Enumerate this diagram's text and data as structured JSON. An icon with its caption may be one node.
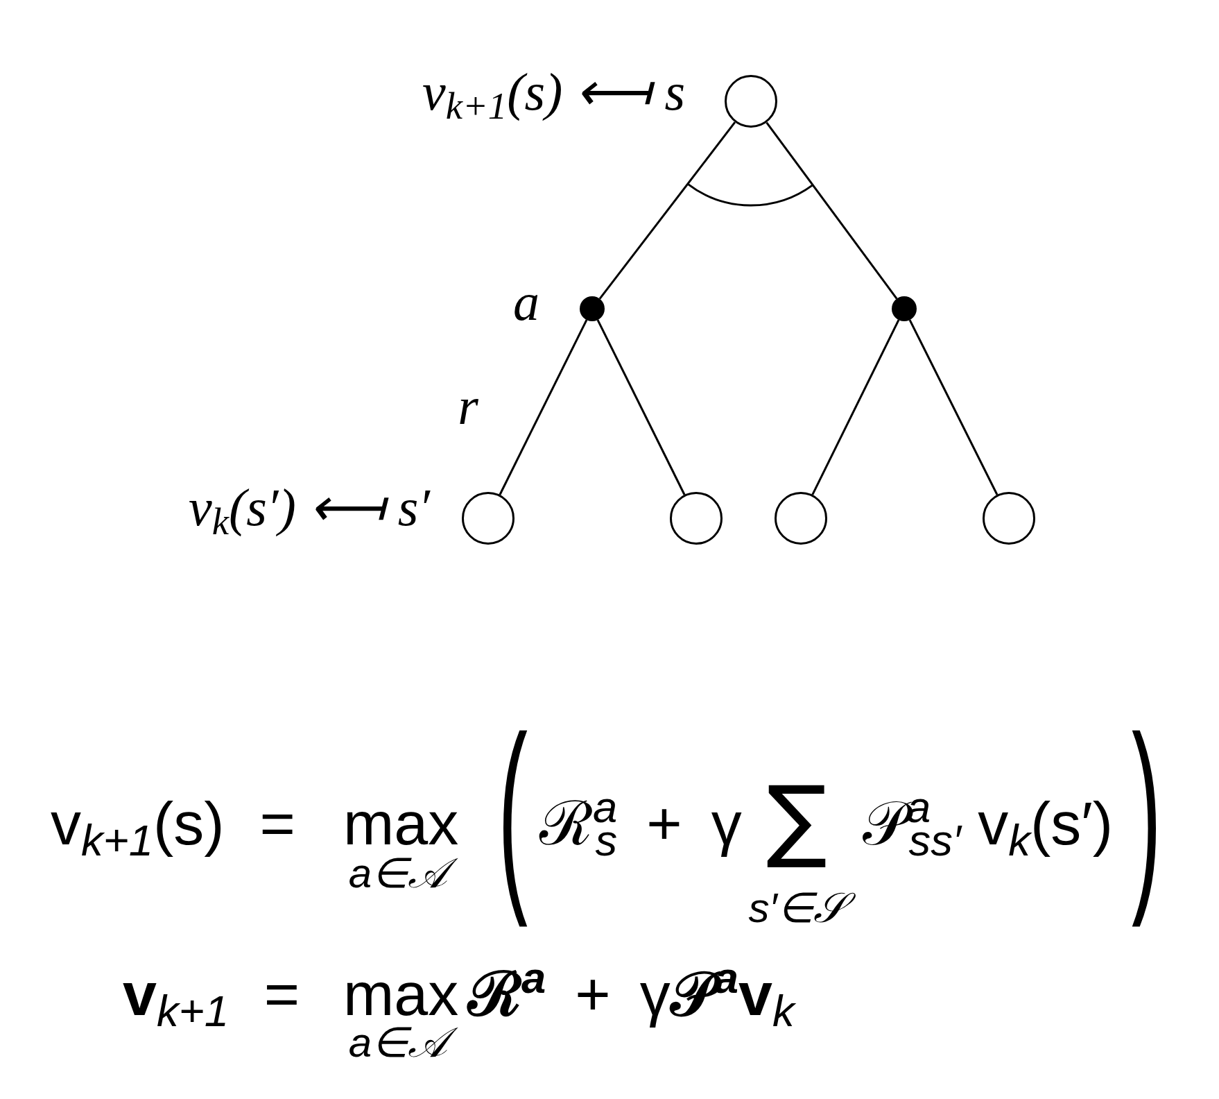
{
  "diagram": {
    "nodes": [
      {
        "text": [],
        "shape": "circle",
        "beside": [
          "v$_{k+1}$(s) ⟻ s"
        ]
      },
      {
        "text": [],
        "shape": "dot",
        "beside": [
          "a"
        ]
      },
      {
        "text": [],
        "shape": "dot"
      },
      {
        "text": [],
        "shape": "circle",
        "beside": [
          "v$_{k}$(s′) ⟻ s′"
        ]
      },
      {
        "text": [],
        "shape": "circle"
      },
      {
        "text": [],
        "shape": "circle"
      },
      {
        "text": [],
        "shape": "circle"
      }
    ],
    "edges": [
      {
        "from": 0,
        "to": 1,
        "arrow": "none"
      },
      {
        "from": 0,
        "to": 2,
        "arrow": "none"
      },
      {
        "from": 1,
        "to": 3,
        "arrow": "none",
        "label": "r"
      },
      {
        "from": 1,
        "to": 4,
        "arrow": "none"
      },
      {
        "from": 2,
        "to": 5,
        "arrow": "none"
      },
      {
        "from": 2,
        "to": 6,
        "arrow": "none"
      }
    ],
    "labels": [
      "v$_{k+1}$(s) =",
      "max",
      "a∈𝒜",
      "(",
      "ℛ$^{a}$$_{s}$ + γ",
      "∑",
      "s′∈𝒮",
      "𝒫$^{a}$$_{ss′}$ v$_{k}$(s′)",
      ")",
      "**v**$_{k+1}$ =",
      "max",
      "a∈𝒜",
      "**ℛ$^{a}$** + γ**𝒫$^{a}$v**$_{k}$"
    ]
  }
}
